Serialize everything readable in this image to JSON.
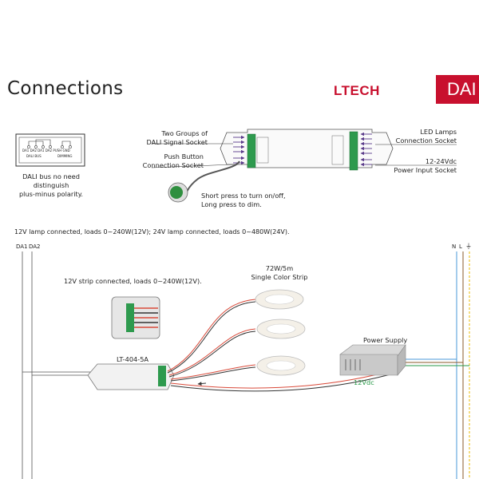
{
  "header": {
    "title": "Connections",
    "logo_text": "LTECH",
    "tab_text": "DAI",
    "tab_color": "#c8102e"
  },
  "legend": {
    "terminal_labels": [
      "DA1",
      "DA2",
      "DA1",
      "DA2",
      "PUSH",
      "GND"
    ],
    "group_dali_bus": "DALI BUS",
    "group_dimming": "DIMMING",
    "note_lines": [
      "DALI bus no need",
      "distinguish",
      "plus-minus polarity."
    ]
  },
  "controller_top": {
    "left_labels": [
      {
        "line1": "Two Groups of",
        "line2": "DALI Signal Socket"
      },
      {
        "line1": "Push Button",
        "line2": "Connection Socket"
      }
    ],
    "right_labels": [
      {
        "line1": "LED Lamps",
        "line2": "Connection Socket"
      },
      {
        "line1": "12-24Vdc",
        "line2": "Power Input Socket"
      }
    ],
    "push_note_lines": [
      "Short press to turn on/off,",
      "Long press to dim."
    ]
  },
  "wiring": {
    "load_note": "12V lamp connected, loads 0~240W(12V); 24V lamp connected, loads 0~480W(24V).",
    "bus_labels": [
      "DA1",
      "DA2"
    ],
    "mains_labels": [
      "N",
      "L",
      "⏚"
    ],
    "strip_note": "12V strip connected, loads 0~240W(12V).",
    "strip_label_lines": [
      "72W/5m",
      "Single Color Strip"
    ],
    "controller_model": "LT-404-5A",
    "power_supply_label": "Power Supply",
    "voltage_label": "12Vdc"
  },
  "colors": {
    "wire_red": "#d94a3a",
    "wire_green": "#2a9a4a",
    "wire_brown": "#8a5a2a",
    "wire_yellow": "#e8b800",
    "wire_blue": "#4a9ad8",
    "arrow_purple": "#5a3a8a",
    "push_button_green": "#2f8f3f"
  }
}
